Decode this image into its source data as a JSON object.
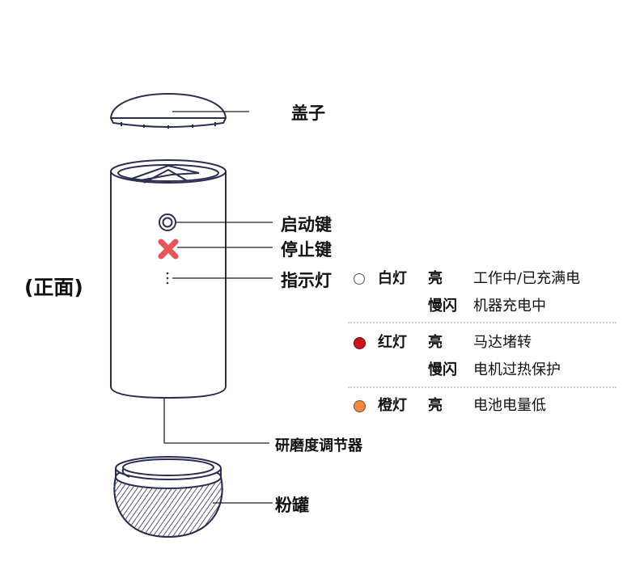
{
  "view_label": "(正面)",
  "parts": {
    "lid": "盖子",
    "start_button": "启动键",
    "stop_button": "停止键",
    "indicator": "指示灯",
    "grind_adjuster": "研磨度调节器",
    "powder_jar": "粉罐"
  },
  "indicator_table": [
    {
      "light": "白灯",
      "color": "#ffffff",
      "states": [
        {
          "mode": "亮",
          "meaning": "工作中/已充满电"
        },
        {
          "mode": "慢闪",
          "meaning": "机器充电中"
        }
      ]
    },
    {
      "light": "红灯",
      "color": "#d0111b",
      "states": [
        {
          "mode": "亮",
          "meaning": "马达堵转"
        },
        {
          "mode": "慢闪",
          "meaning": "电机过热保护"
        }
      ]
    },
    {
      "light": "橙灯",
      "color": "#ef8a45",
      "states": [
        {
          "mode": "亮",
          "meaning": "电池电量低"
        }
      ]
    }
  ],
  "colors": {
    "outline": "#2a2f52",
    "stop_icon": "#e8545a",
    "leader_line": "#222222"
  }
}
